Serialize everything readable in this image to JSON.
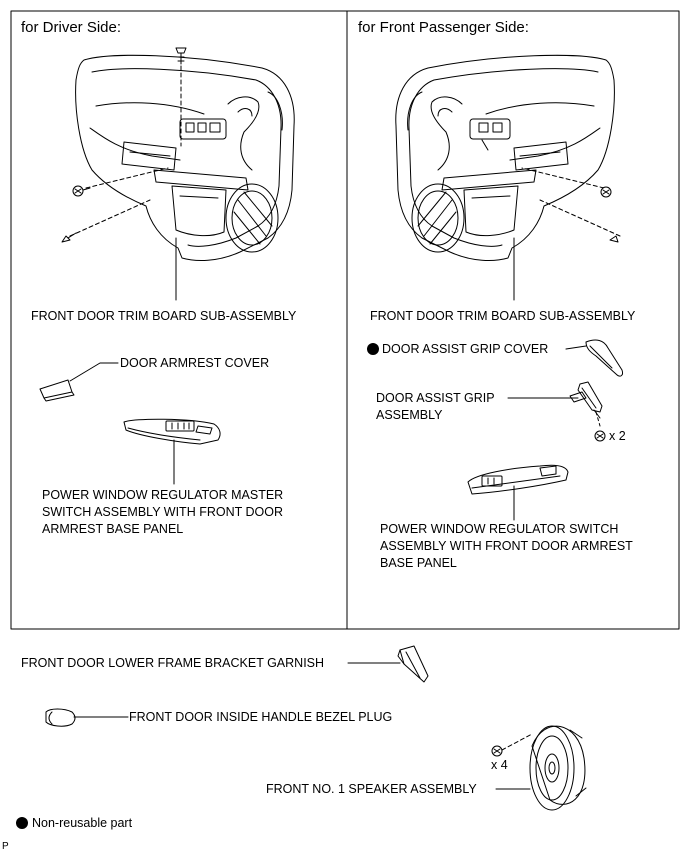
{
  "panels": {
    "driver": {
      "header": "for Driver Side:"
    },
    "passenger": {
      "header": "for Front Passenger Side:"
    }
  },
  "labels": {
    "driver_trim": "FRONT DOOR TRIM BOARD SUB-ASSEMBLY",
    "armrest_cover": "DOOR ARMREST COVER",
    "master_switch": "POWER WINDOW REGULATOR MASTER\nSWITCH ASSEMBLY WITH FRONT DOOR\nARMREST BASE PANEL",
    "passenger_trim": "FRONT DOOR TRIM BOARD SUB-ASSEMBLY",
    "grip_cover": "DOOR ASSIST GRIP COVER",
    "grip_assembly": "DOOR ASSIST GRIP\nASSEMBLY",
    "grip_qty": "x 2",
    "passenger_switch": "POWER WINDOW REGULATOR SWITCH\nASSEMBLY WITH FRONT DOOR ARMREST\nBASE PANEL",
    "bracket_garnish": "FRONT DOOR LOWER FRAME BRACKET GARNISH",
    "bezel_plug": "FRONT DOOR INSIDE HANDLE BEZEL PLUG",
    "speaker_qty": "x 4",
    "speaker": "FRONT NO. 1 SPEAKER ASSEMBLY"
  },
  "legend": {
    "non_reusable": "Non-reusable part"
  },
  "footer_mark": "P"
}
